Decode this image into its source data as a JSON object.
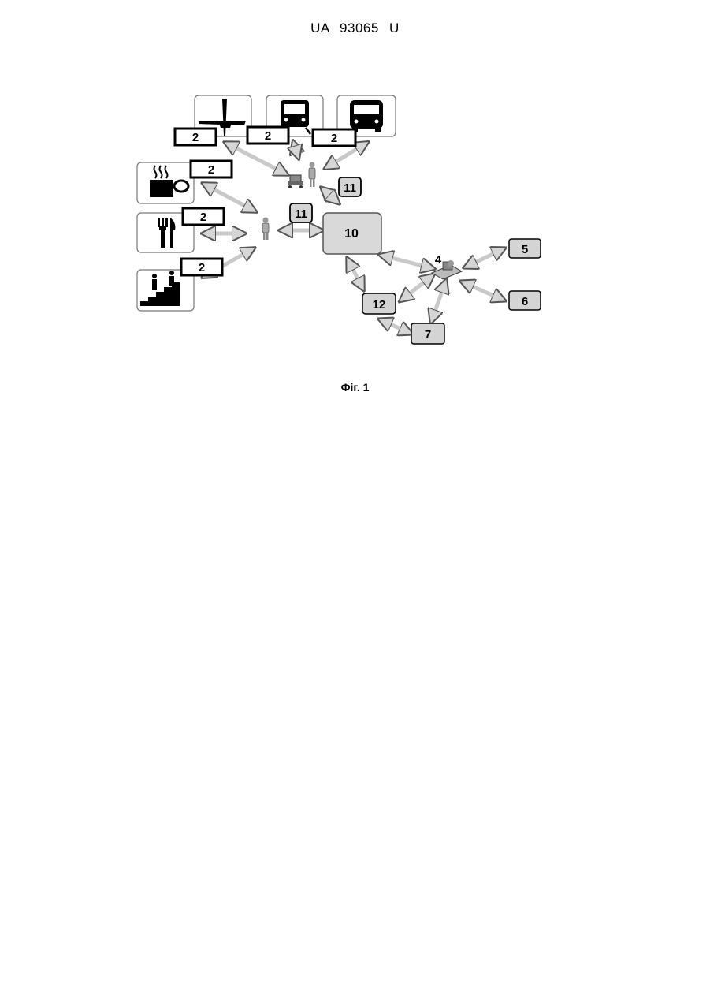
{
  "header": {
    "doc_number": "UA   93065   U"
  },
  "figure": {
    "caption": "Фіг. 1",
    "labels": {
      "display": "2",
      "server": "10",
      "gateway": "11",
      "terminal": "4",
      "node_5": "5",
      "node_6": "6",
      "node_7": "7",
      "node_12": "12"
    },
    "icons": [
      "airplane-icon",
      "train-icon",
      "bus-icon",
      "coffee-icon",
      "restaurant-icon",
      "stairs-icon",
      "person-icon",
      "luggage-cart-icon",
      "workstation-icon"
    ]
  }
}
